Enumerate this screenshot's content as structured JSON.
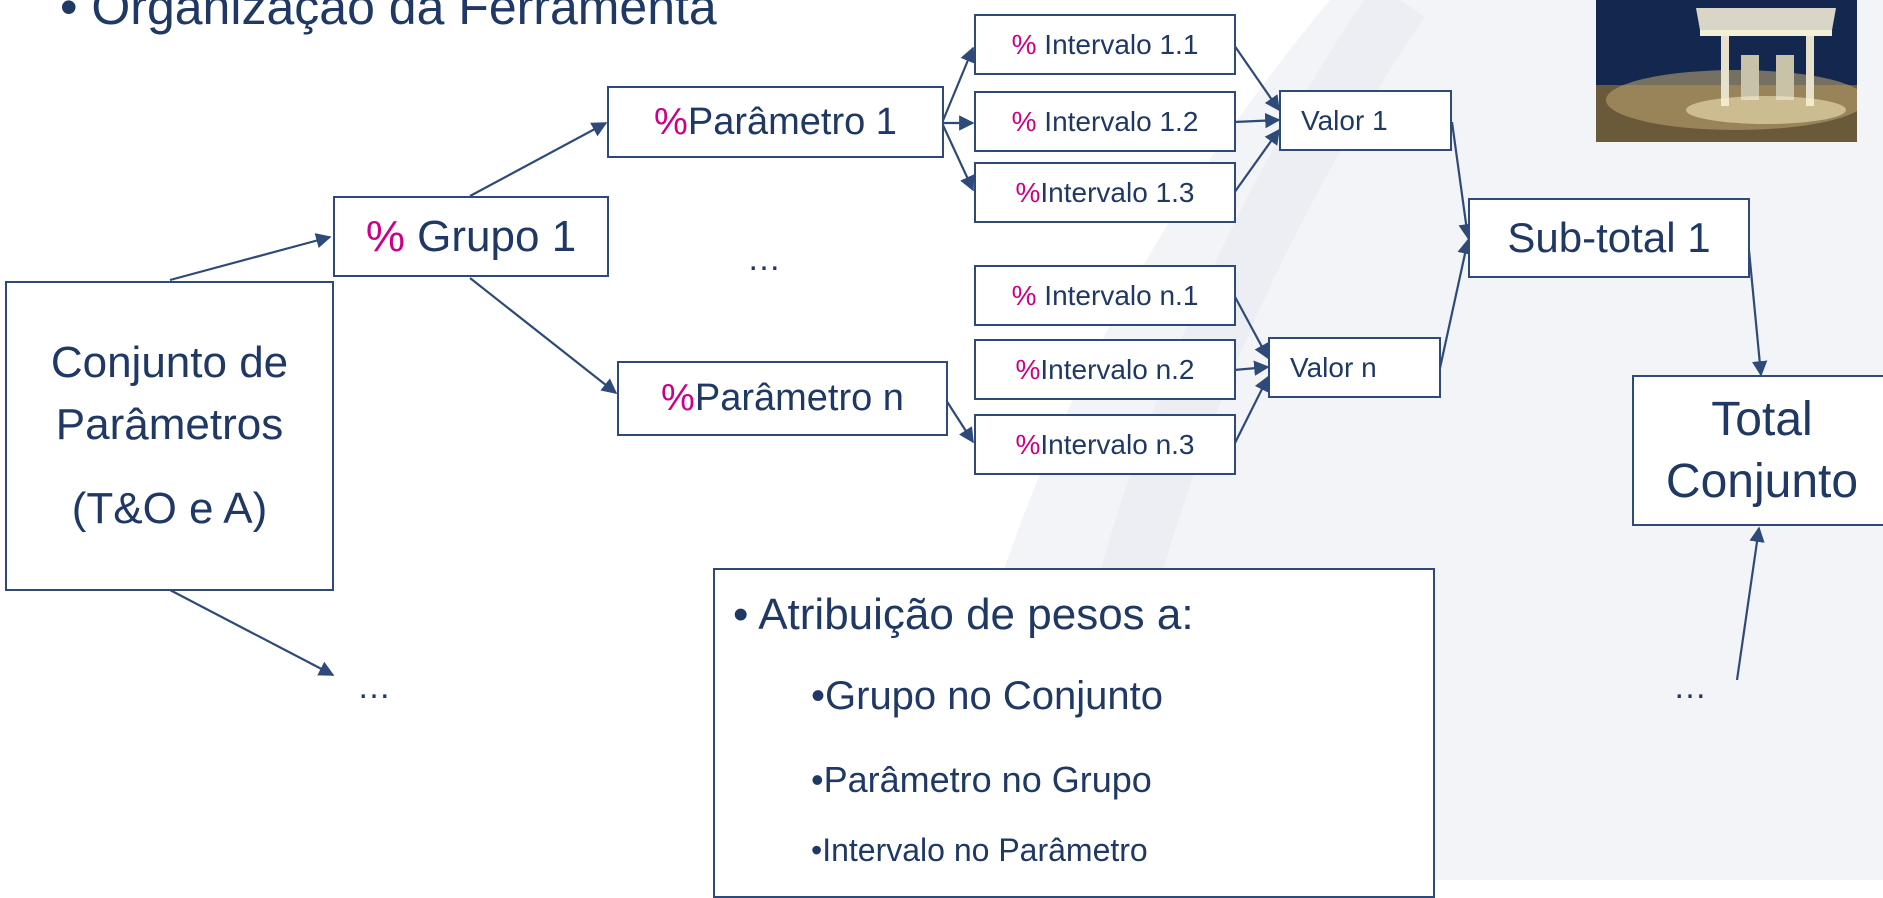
{
  "title": "• Organização da Ferramenta",
  "conjunto": {
    "line1": "Conjunto de",
    "line2": "Parâmetros",
    "line3": "(T&O e A)"
  },
  "grupo": {
    "pct": "%",
    "label": " Grupo 1"
  },
  "parametros": [
    {
      "pct": "%",
      "label": "Parâmetro 1"
    },
    {
      "pct": "%",
      "label": "Parâmetro n"
    }
  ],
  "intervalos": [
    {
      "pct": "%",
      "label": " Intervalo 1.1"
    },
    {
      "pct": "%",
      "label": " Intervalo 1.2"
    },
    {
      "pct": "%",
      "label": "Intervalo 1.3"
    },
    {
      "pct": "%",
      "label": " Intervalo n.1"
    },
    {
      "pct": "%",
      "label": "Intervalo n.2"
    },
    {
      "pct": "%",
      "label": "Intervalo n.3"
    }
  ],
  "valores": [
    "Valor 1",
    "Valor n"
  ],
  "subtotal": "Sub-total 1",
  "total": {
    "line1": "Total",
    "line2": "Conjunto"
  },
  "ellipses": [
    "…",
    "…",
    "…"
  ],
  "bullets": [
    "• Atribuição de pesos a:",
    "•Grupo no Conjunto",
    "•Parâmetro no Grupo",
    "•Intervalo no Parâmetro"
  ],
  "colors": {
    "text": "#1f3864",
    "percent": "#cc0088",
    "border": "#2e4a78"
  },
  "photo": "gas-station-night-photo"
}
